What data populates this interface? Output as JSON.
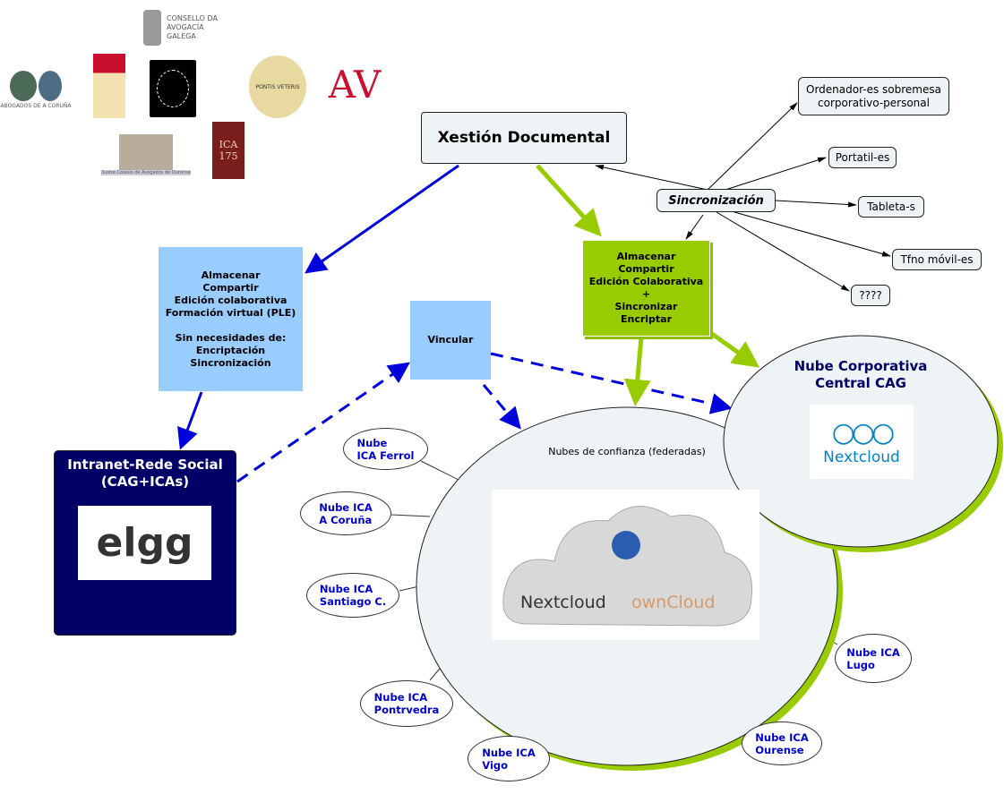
{
  "logos": {
    "consello": "CONSELLO DA AVOGACÍA GALEGA",
    "coruna": "ABOGADOS DE A CORUÑA",
    "pontevedra": "PONTIS VETERIS",
    "av": "AV",
    "ourense": "Ilustre Colexio de Avogados de Ourense",
    "lugo": "ICA 175"
  },
  "main": {
    "title": "Xestión Documental",
    "sync": "Sincronización"
  },
  "devices": [
    "Ordenador-es sobremesa\ncorporativo-personal",
    "Portatil-es",
    "Tableta-s",
    "Tfno móvil-es",
    "????"
  ],
  "blue_box": "Almacenar\nCompartir\nEdición colaborativa\nFormación virtual (PLE)\n\nSin necesidades de:\nEncriptación\nSincronización",
  "green_box": "Almacenar\nCompartir\nEdición Colaborativa\n+\nSincronizar\nEncriptar",
  "vincular": "Vincular",
  "intranet": {
    "title": "Intranet-Rede Social\n(CAG+ICAs)",
    "logo": "elgg"
  },
  "central": {
    "title": "Nube Corporativa\nCentral CAG",
    "logo": "Nextcloud"
  },
  "federated": {
    "title": "Nubes de confianza (federadas)",
    "logo_a": "Nextcloud",
    "logo_b": "ownCloud"
  },
  "nodes": [
    "Nube\nICA Ferrol",
    "Nube ICA\nA Coruña",
    "Nube ICA\nSantiago C.",
    "Nube ICA\nPontrvedra",
    "Nube ICA\nVigo",
    "Nube ICA\nOurense",
    "Nube ICA\nLugo"
  ],
  "colors": {
    "blue": "#0000dd",
    "green": "#99cc00",
    "lightblue": "#99ccff",
    "navy": "#000066"
  }
}
